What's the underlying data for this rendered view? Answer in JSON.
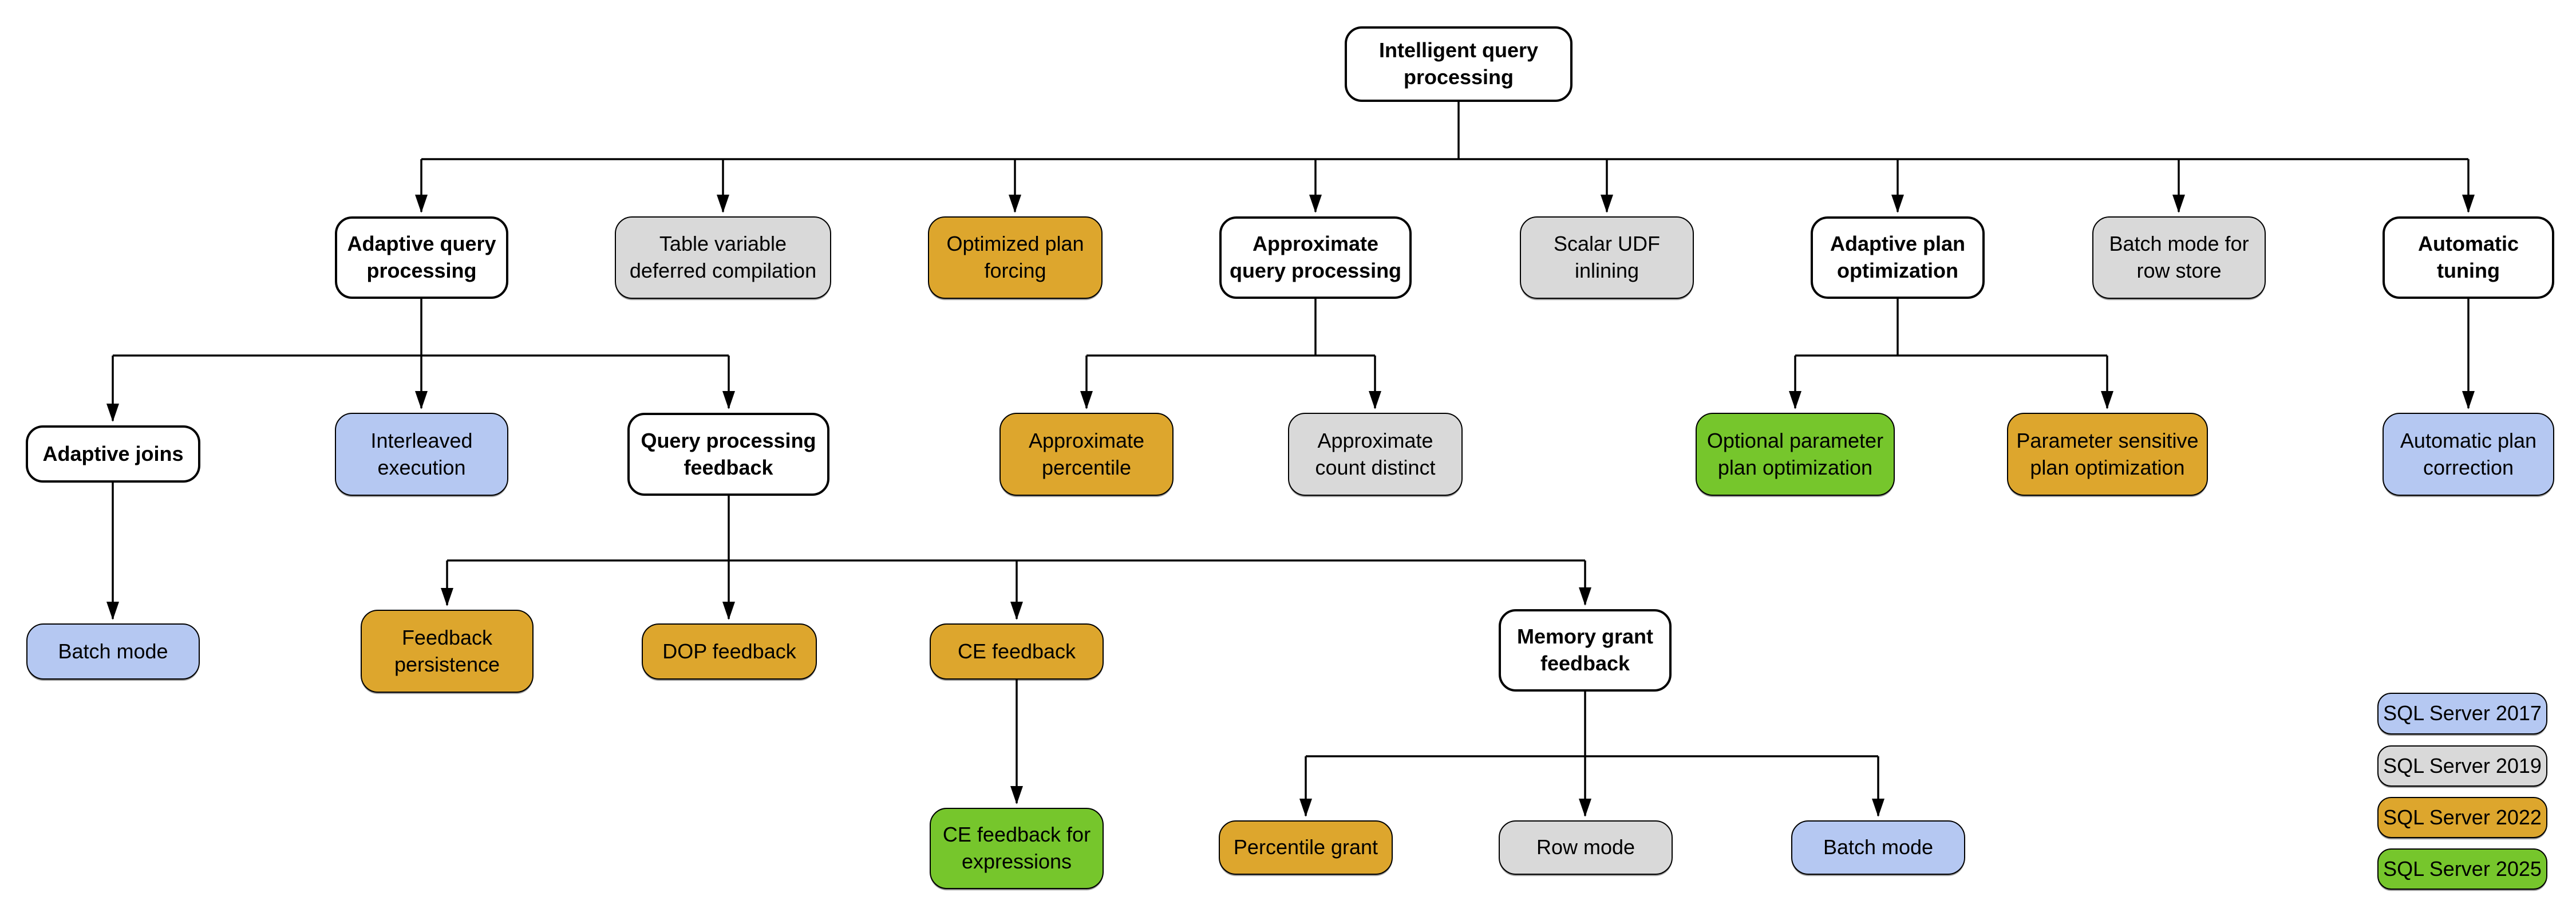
{
  "nodes": {
    "root": "Intelligent query\nprocessing",
    "adaptive_query_processing": "Adaptive query\nprocessing",
    "table_variable_deferred_compilation": "Table variable\ndeferred compilation",
    "optimized_plan_forcing": "Optimized plan\nforcing",
    "approximate_query_processing": "Approximate\nquery processing",
    "scalar_udf_inlining": "Scalar UDF\ninlining",
    "adaptive_plan_optimization": "Adaptive plan\noptimization",
    "batch_mode_for_row_store": "Batch mode for\nrow store",
    "automatic_tuning": "Automatic\ntuning",
    "adaptive_joins": "Adaptive joins",
    "interleaved_execution": "Interleaved\nexecution",
    "query_processing_feedback": "Query processing\nfeedback",
    "approximate_percentile": "Approximate\npercentile",
    "approximate_count_distinct": "Approximate\ncount distinct",
    "optional_parameter_plan_optimization": "Optional parameter\nplan optimization",
    "parameter_sensitive_plan_optimization": "Parameter sensitive\nplan optimization",
    "automatic_plan_correction": "Automatic plan\ncorrection",
    "batch_mode_adaptive_joins": "Batch mode",
    "feedback_persistence": "Feedback\npersistence",
    "dop_feedback": "DOP feedback",
    "ce_feedback": "CE feedback",
    "memory_grant_feedback": "Memory grant\nfeedback",
    "ce_feedback_for_expressions": "CE feedback for\nexpressions",
    "percentile_grant": "Percentile grant",
    "row_mode": "Row mode",
    "batch_mode_grant": "Batch mode"
  },
  "legend": {
    "items": [
      {
        "label": "SQL Server 2017",
        "color_key": "sql_server_2017"
      },
      {
        "label": "SQL Server 2019",
        "color_key": "sql_server_2019"
      },
      {
        "label": "SQL Server 2022",
        "color_key": "sql_server_2022"
      },
      {
        "label": "SQL Server 2025",
        "color_key": "sql_server_2025"
      }
    ]
  },
  "colors": {
    "sql_server_2017": "#B5C8F2",
    "sql_server_2019": "#D9D9D9",
    "sql_server_2022": "#DDA62D",
    "sql_server_2025": "#76C62C",
    "category_box": "#FFFFFF",
    "connector": "#000000",
    "background": "#FFFFFF"
  }
}
